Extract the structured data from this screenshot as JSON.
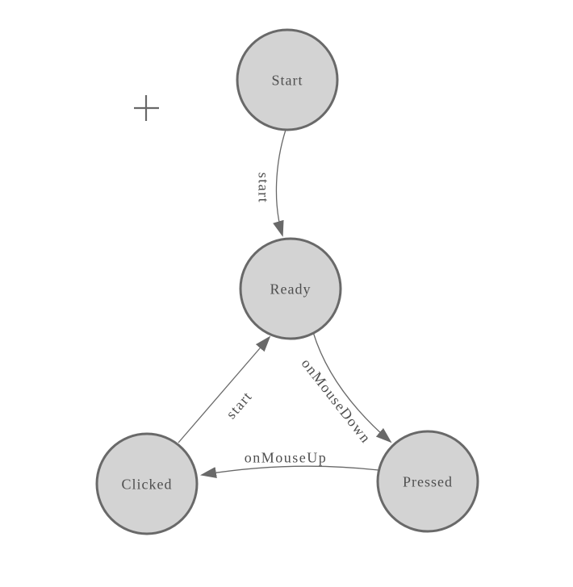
{
  "diagram": {
    "nodes": [
      {
        "id": "start",
        "label": "Start"
      },
      {
        "id": "ready",
        "label": "Ready"
      },
      {
        "id": "clicked",
        "label": "Clicked"
      },
      {
        "id": "pressed",
        "label": "Pressed"
      }
    ],
    "edges": [
      {
        "from": "start",
        "to": "ready",
        "label": "start"
      },
      {
        "from": "ready",
        "to": "pressed",
        "label": "onMouseDown"
      },
      {
        "from": "pressed",
        "to": "clicked",
        "label": "onMouseUp"
      },
      {
        "from": "clicked",
        "to": "ready",
        "label": "start"
      }
    ],
    "icons": [
      {
        "name": "plus-icon",
        "glyph": "+"
      }
    ],
    "colors": {
      "background": "#ffffff",
      "node_fill": "#d3d3d3",
      "node_stroke": "#696969",
      "edge_stroke": "#696969",
      "arrowhead": "#696969",
      "label_text": "#4f4f4f"
    }
  }
}
